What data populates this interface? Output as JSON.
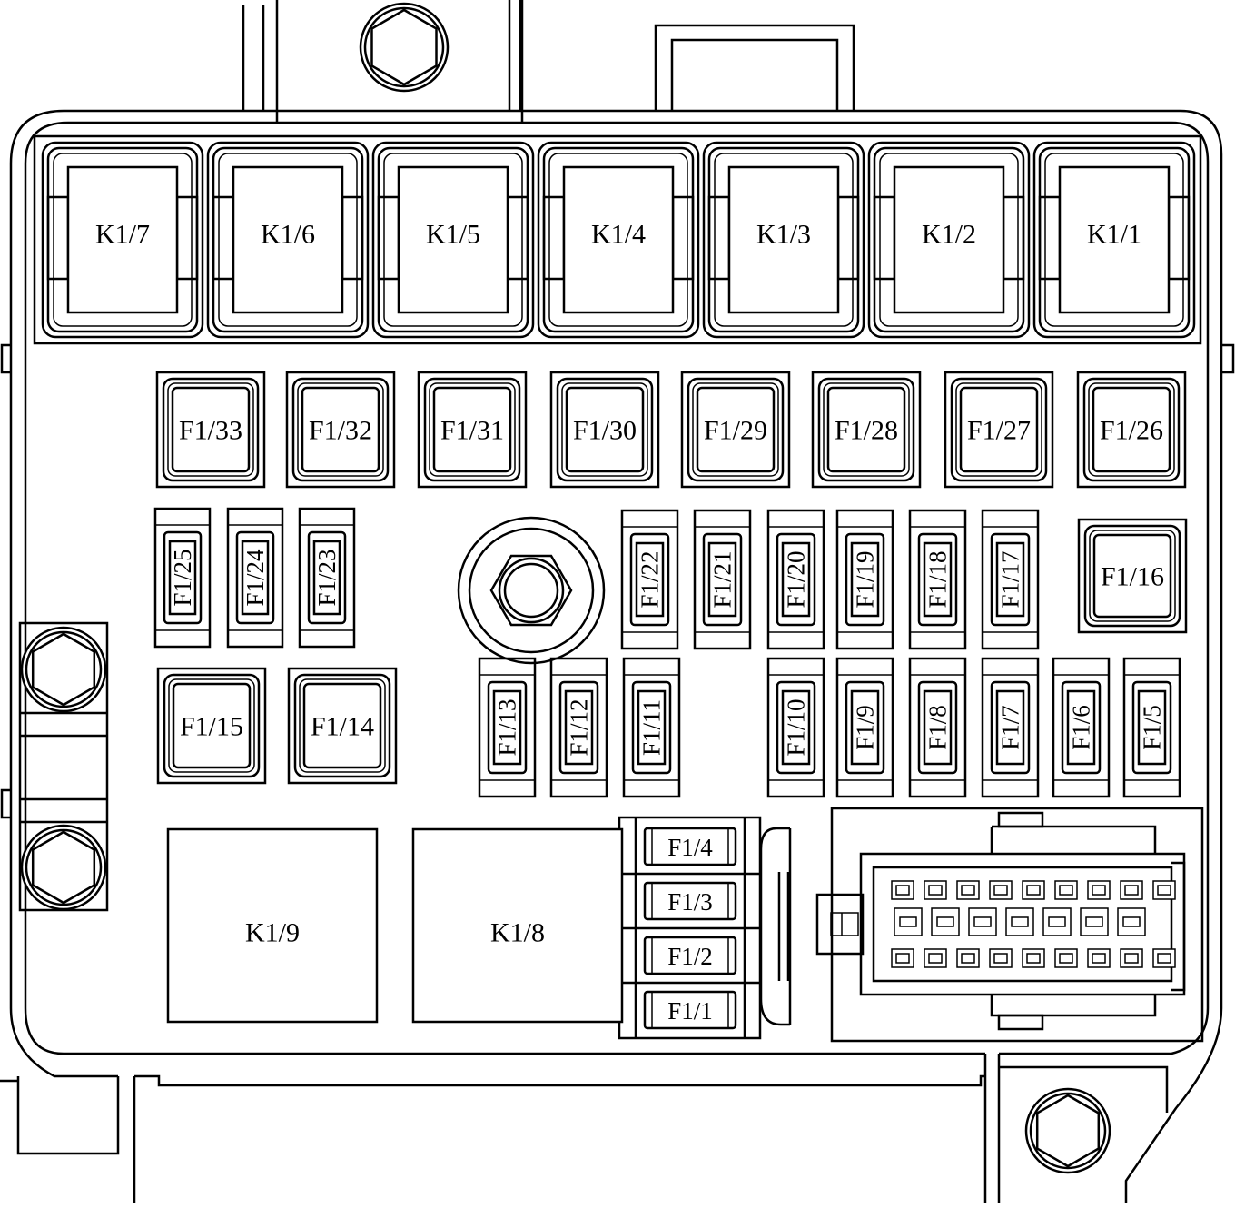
{
  "relays_top": [
    "K1/7",
    "K1/6",
    "K1/5",
    "K1/4",
    "K1/3",
    "K1/2",
    "K1/1"
  ],
  "maxi_fuses_row": [
    "F1/33",
    "F1/32",
    "F1/31",
    "F1/30",
    "F1/29",
    "F1/28",
    "F1/27",
    "F1/26"
  ],
  "maxi_fuse_right": "F1/16",
  "maxi_fuses_lower": [
    "F1/15",
    "F1/14"
  ],
  "mini_fuses_upper_left": [
    "F1/25",
    "F1/24",
    "F1/23"
  ],
  "mini_fuses_upper_right": [
    "F1/22",
    "F1/21",
    "F1/20",
    "F1/19",
    "F1/18",
    "F1/17"
  ],
  "mini_fuses_lower_left": [
    "F1/13",
    "F1/12",
    "F1/11"
  ],
  "mini_fuses_lower_right": [
    "F1/10",
    "F1/9",
    "F1/8",
    "F1/7",
    "F1/6",
    "F1/5"
  ],
  "relays_bottom": [
    "K1/9",
    "K1/8"
  ],
  "stacked_fuses": [
    "F1/4",
    "F1/3",
    "F1/2",
    "F1/1"
  ]
}
